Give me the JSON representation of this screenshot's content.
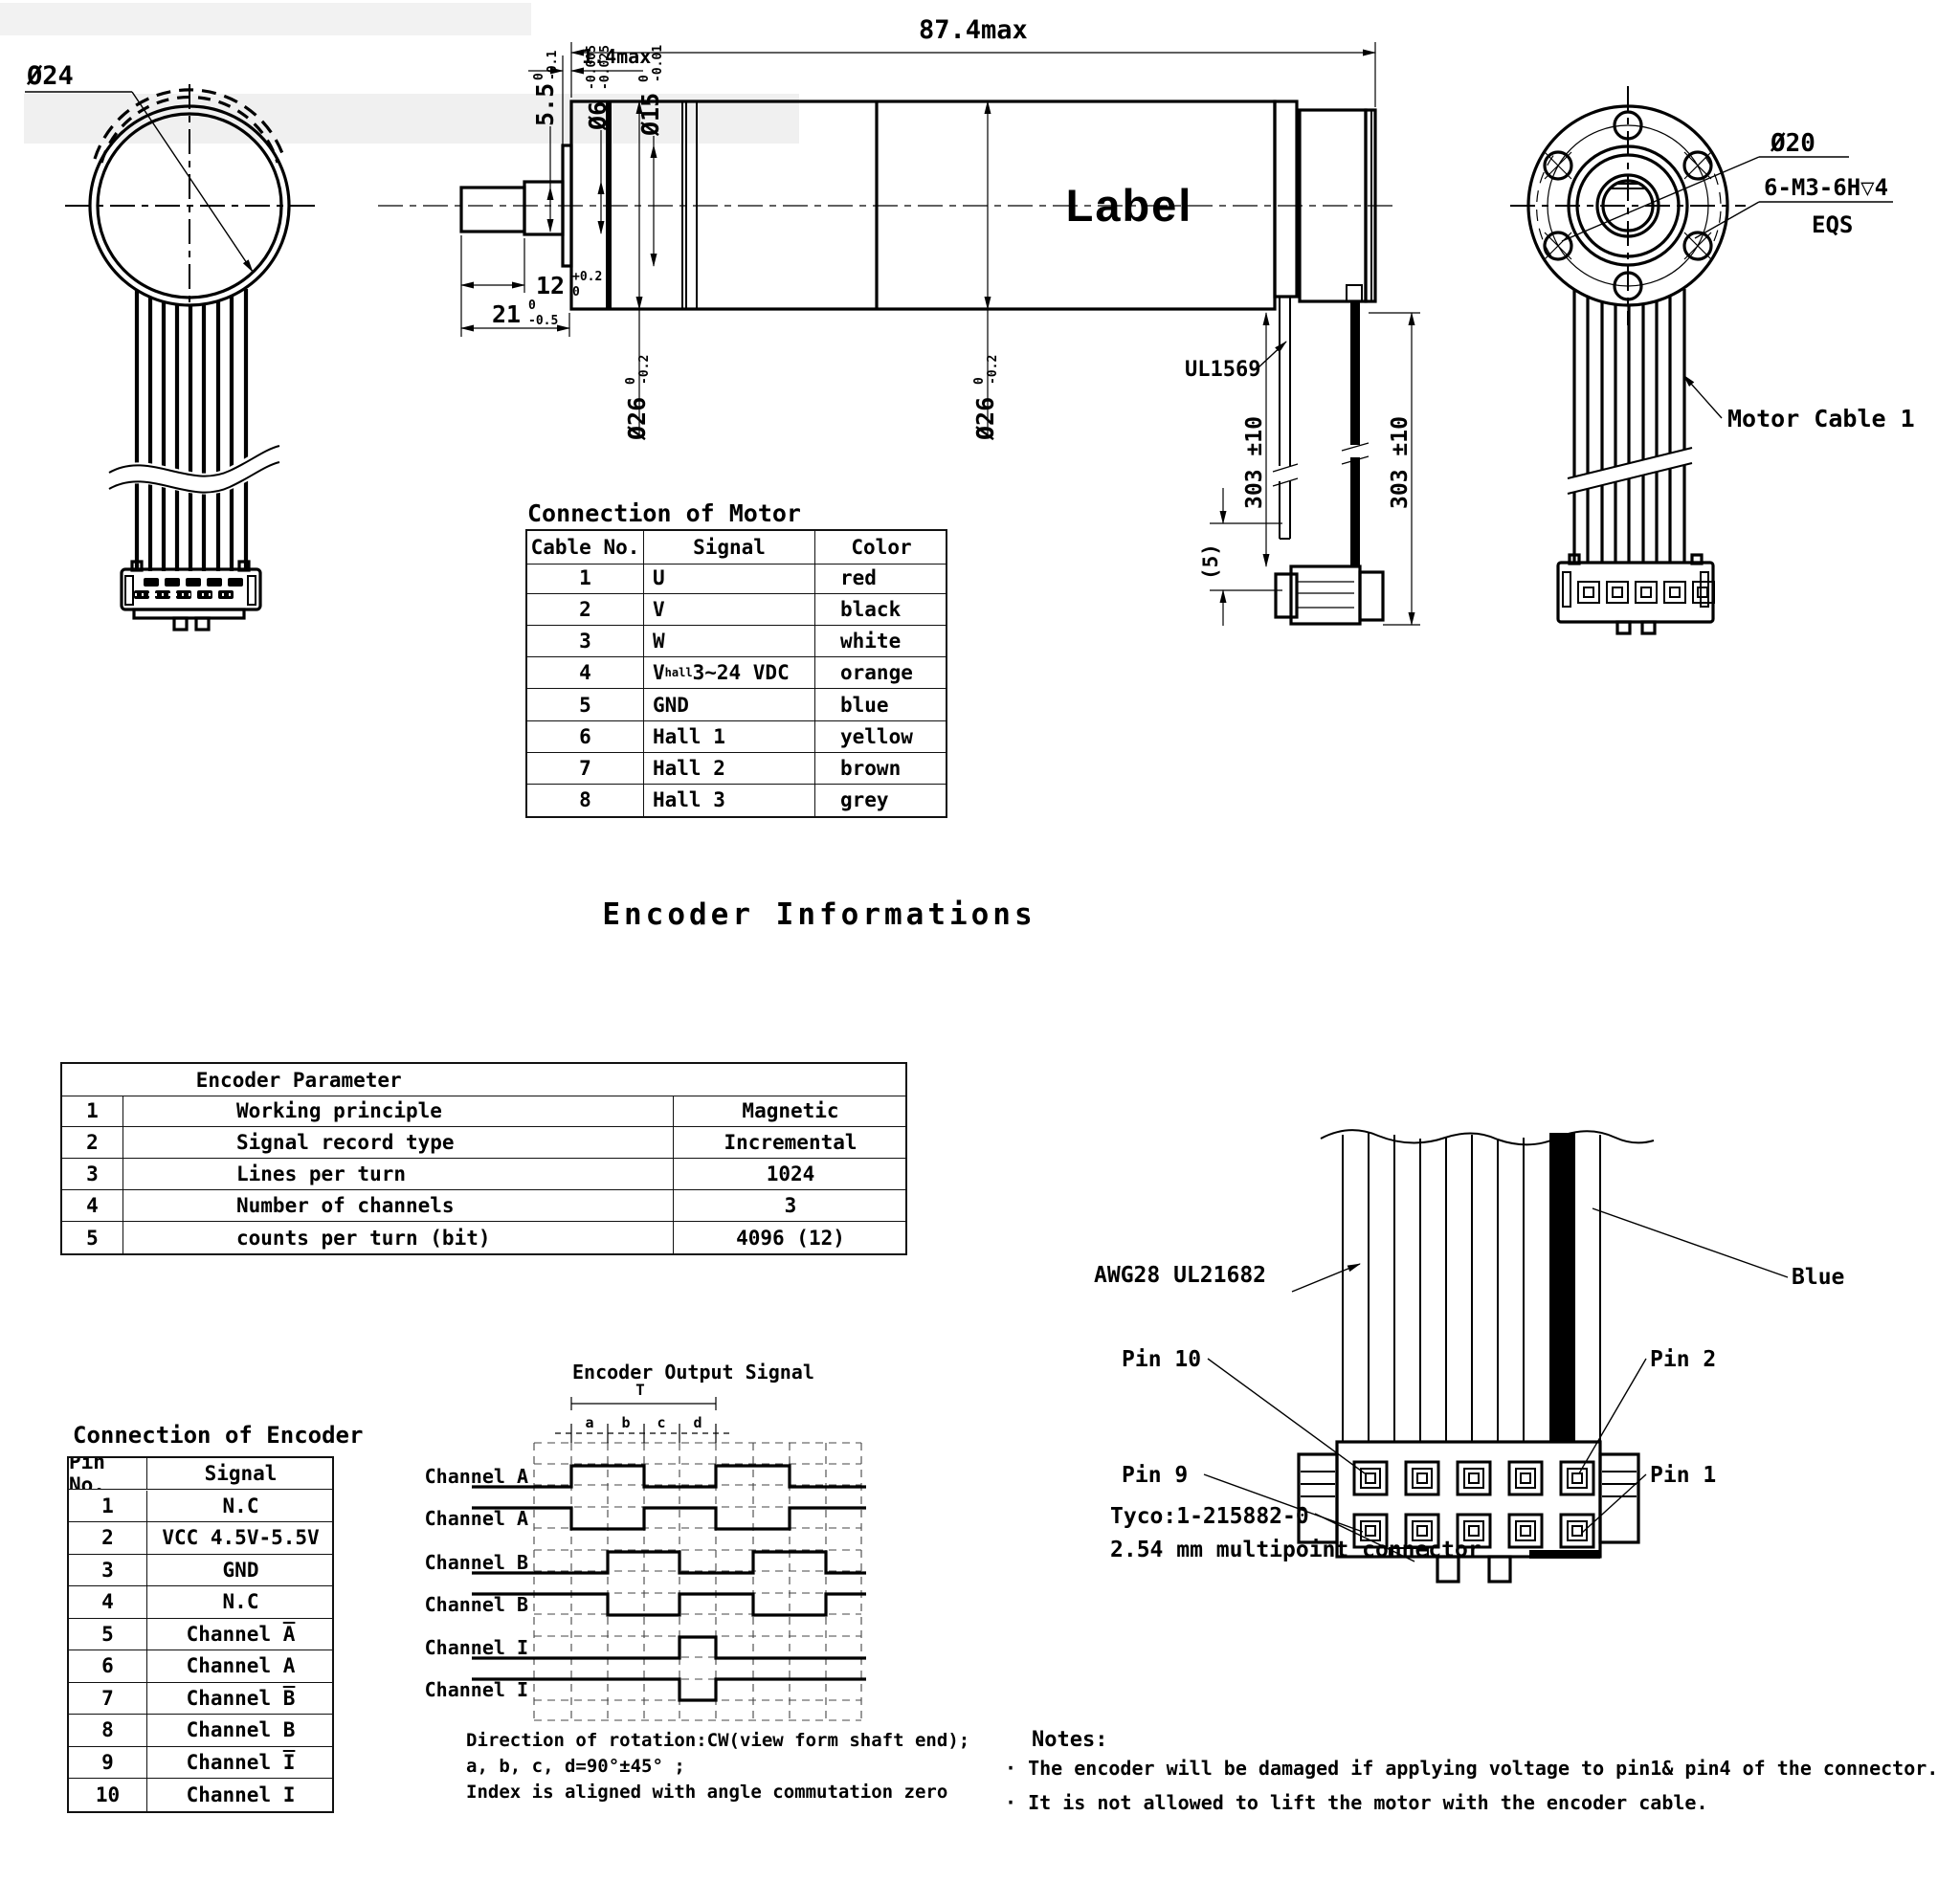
{
  "front_view": {
    "dia": "Ø24"
  },
  "side_view": {
    "dim_87": "87.4max",
    "dim_14": "1.4max",
    "dim_55": {
      "v": "5.5",
      "u": "0",
      "l": "-0.1"
    },
    "dim_6": {
      "v": "Ø6",
      "u": "-0.005",
      "l": "-0.025"
    },
    "dim_15": {
      "v": "Ø15",
      "u": "0",
      "l": "-0.01"
    },
    "dim_12": {
      "v": "12",
      "u": "+0.2",
      "l": "0"
    },
    "dim_21": {
      "v": "21",
      "u": "0",
      "l": "-0.5"
    },
    "dim_26a": {
      "v": "Ø26",
      "u": "0",
      "l": "-0.2"
    },
    "dim_26b": {
      "v": "Ø26",
      "u": "0",
      "l": "-0.2"
    },
    "label": "Label",
    "ul": "UL1569",
    "len_a": "303 ±10",
    "len_b": "303 ±10",
    "five": "(5)"
  },
  "rear_view": {
    "d20": "Ø20",
    "thread": "6-M3-6H▽4",
    "eqs": "EQS",
    "cable": "Motor Cable 1"
  },
  "motor_table": {
    "title": "Connection of Motor",
    "headers": [
      "Cable No.",
      "Signal",
      "Color"
    ],
    "rows": [
      {
        "no": "1",
        "signal": "U",
        "color": "red"
      },
      {
        "no": "2",
        "signal": "V",
        "color": "black"
      },
      {
        "no": "3",
        "signal": "W",
        "color": "white"
      },
      {
        "no": "4",
        "sig_pre": "V",
        "sig_sub": "hall",
        "sig_post": " 3~24 VDC",
        "color": "orange"
      },
      {
        "no": "5",
        "signal": "GND",
        "color": "blue"
      },
      {
        "no": "6",
        "signal": "Hall 1",
        "color": "yellow"
      },
      {
        "no": "7",
        "signal": "Hall 2",
        "color": "brown"
      },
      {
        "no": "8",
        "signal": "Hall 3",
        "color": "grey"
      }
    ]
  },
  "section_heading": "Encoder Informations",
  "param_table": {
    "title": "Encoder Parameter",
    "rows": [
      {
        "no": "1",
        "name": "Working principle",
        "value": "Magnetic"
      },
      {
        "no": "2",
        "name": "Signal record type",
        "value": "Incremental"
      },
      {
        "no": "3",
        "name": "Lines per turn",
        "value": "1024"
      },
      {
        "no": "4",
        "name": "Number of channels",
        "value": "3"
      },
      {
        "no": "5",
        "name": "counts per turn (bit)",
        "value": "4096 (12)"
      }
    ]
  },
  "enc_table": {
    "title": "Connection of Encoder",
    "headers": [
      "Pin No.",
      "Signal"
    ],
    "rows": [
      {
        "no": "1",
        "signal": "N.C"
      },
      {
        "no": "2",
        "signal": "VCC 4.5V-5.5V"
      },
      {
        "no": "3",
        "signal": "GND"
      },
      {
        "no": "4",
        "signal": "N.C"
      },
      {
        "no": "5",
        "signal": "Channel A̅"
      },
      {
        "no": "6",
        "signal": "Channel A"
      },
      {
        "no": "7",
        "signal": "Channel B̅"
      },
      {
        "no": "8",
        "signal": "Channel B"
      },
      {
        "no": "9",
        "signal": "Channel I̅"
      },
      {
        "no": "10",
        "signal": "Channel I"
      }
    ]
  },
  "waveform": {
    "title": "Encoder Output Signal",
    "t": "T",
    "segs": [
      "a",
      "b",
      "c",
      "d"
    ],
    "channels": [
      "Channel A",
      "Channel A̅",
      "Channel B",
      "Channel B̅",
      "Channel I",
      "Channel I̅"
    ],
    "timing_high_intervals_grid_units": {
      "A": [
        [
          1,
          3
        ],
        [
          5,
          7
        ]
      ],
      "A_bar": [
        [
          0,
          1
        ],
        [
          3,
          5
        ],
        [
          7,
          9
        ]
      ],
      "B": [
        [
          2,
          4
        ],
        [
          6,
          8
        ]
      ],
      "B_bar": [
        [
          0,
          2
        ],
        [
          4,
          6
        ],
        [
          8,
          9
        ]
      ],
      "I": [
        [
          4,
          5
        ]
      ],
      "I_bar": [
        [
          0,
          4
        ],
        [
          5,
          9
        ]
      ]
    },
    "captions": [
      "Direction of rotation:CW(view form shaft end);",
      "a, b, c, d=90°±45° ;",
      "Index is aligned with angle commutation zero"
    ]
  },
  "connector_detail": {
    "awg": "AWG28 UL21682",
    "blue": "Blue",
    "pin10": "Pin 10",
    "pin2": "Pin 2",
    "pin9": "Pin 9",
    "pin1": "Pin 1",
    "tyco": "Tyco:1-215882-0",
    "pitch": "2.54 mm multipoint connector"
  },
  "notes": {
    "title": "Notes:",
    "items": [
      "· The encoder will be damaged if applying voltage to pin1& pin4 of the connector.",
      "· It is not allowed to lift the motor with the encoder cable."
    ]
  }
}
